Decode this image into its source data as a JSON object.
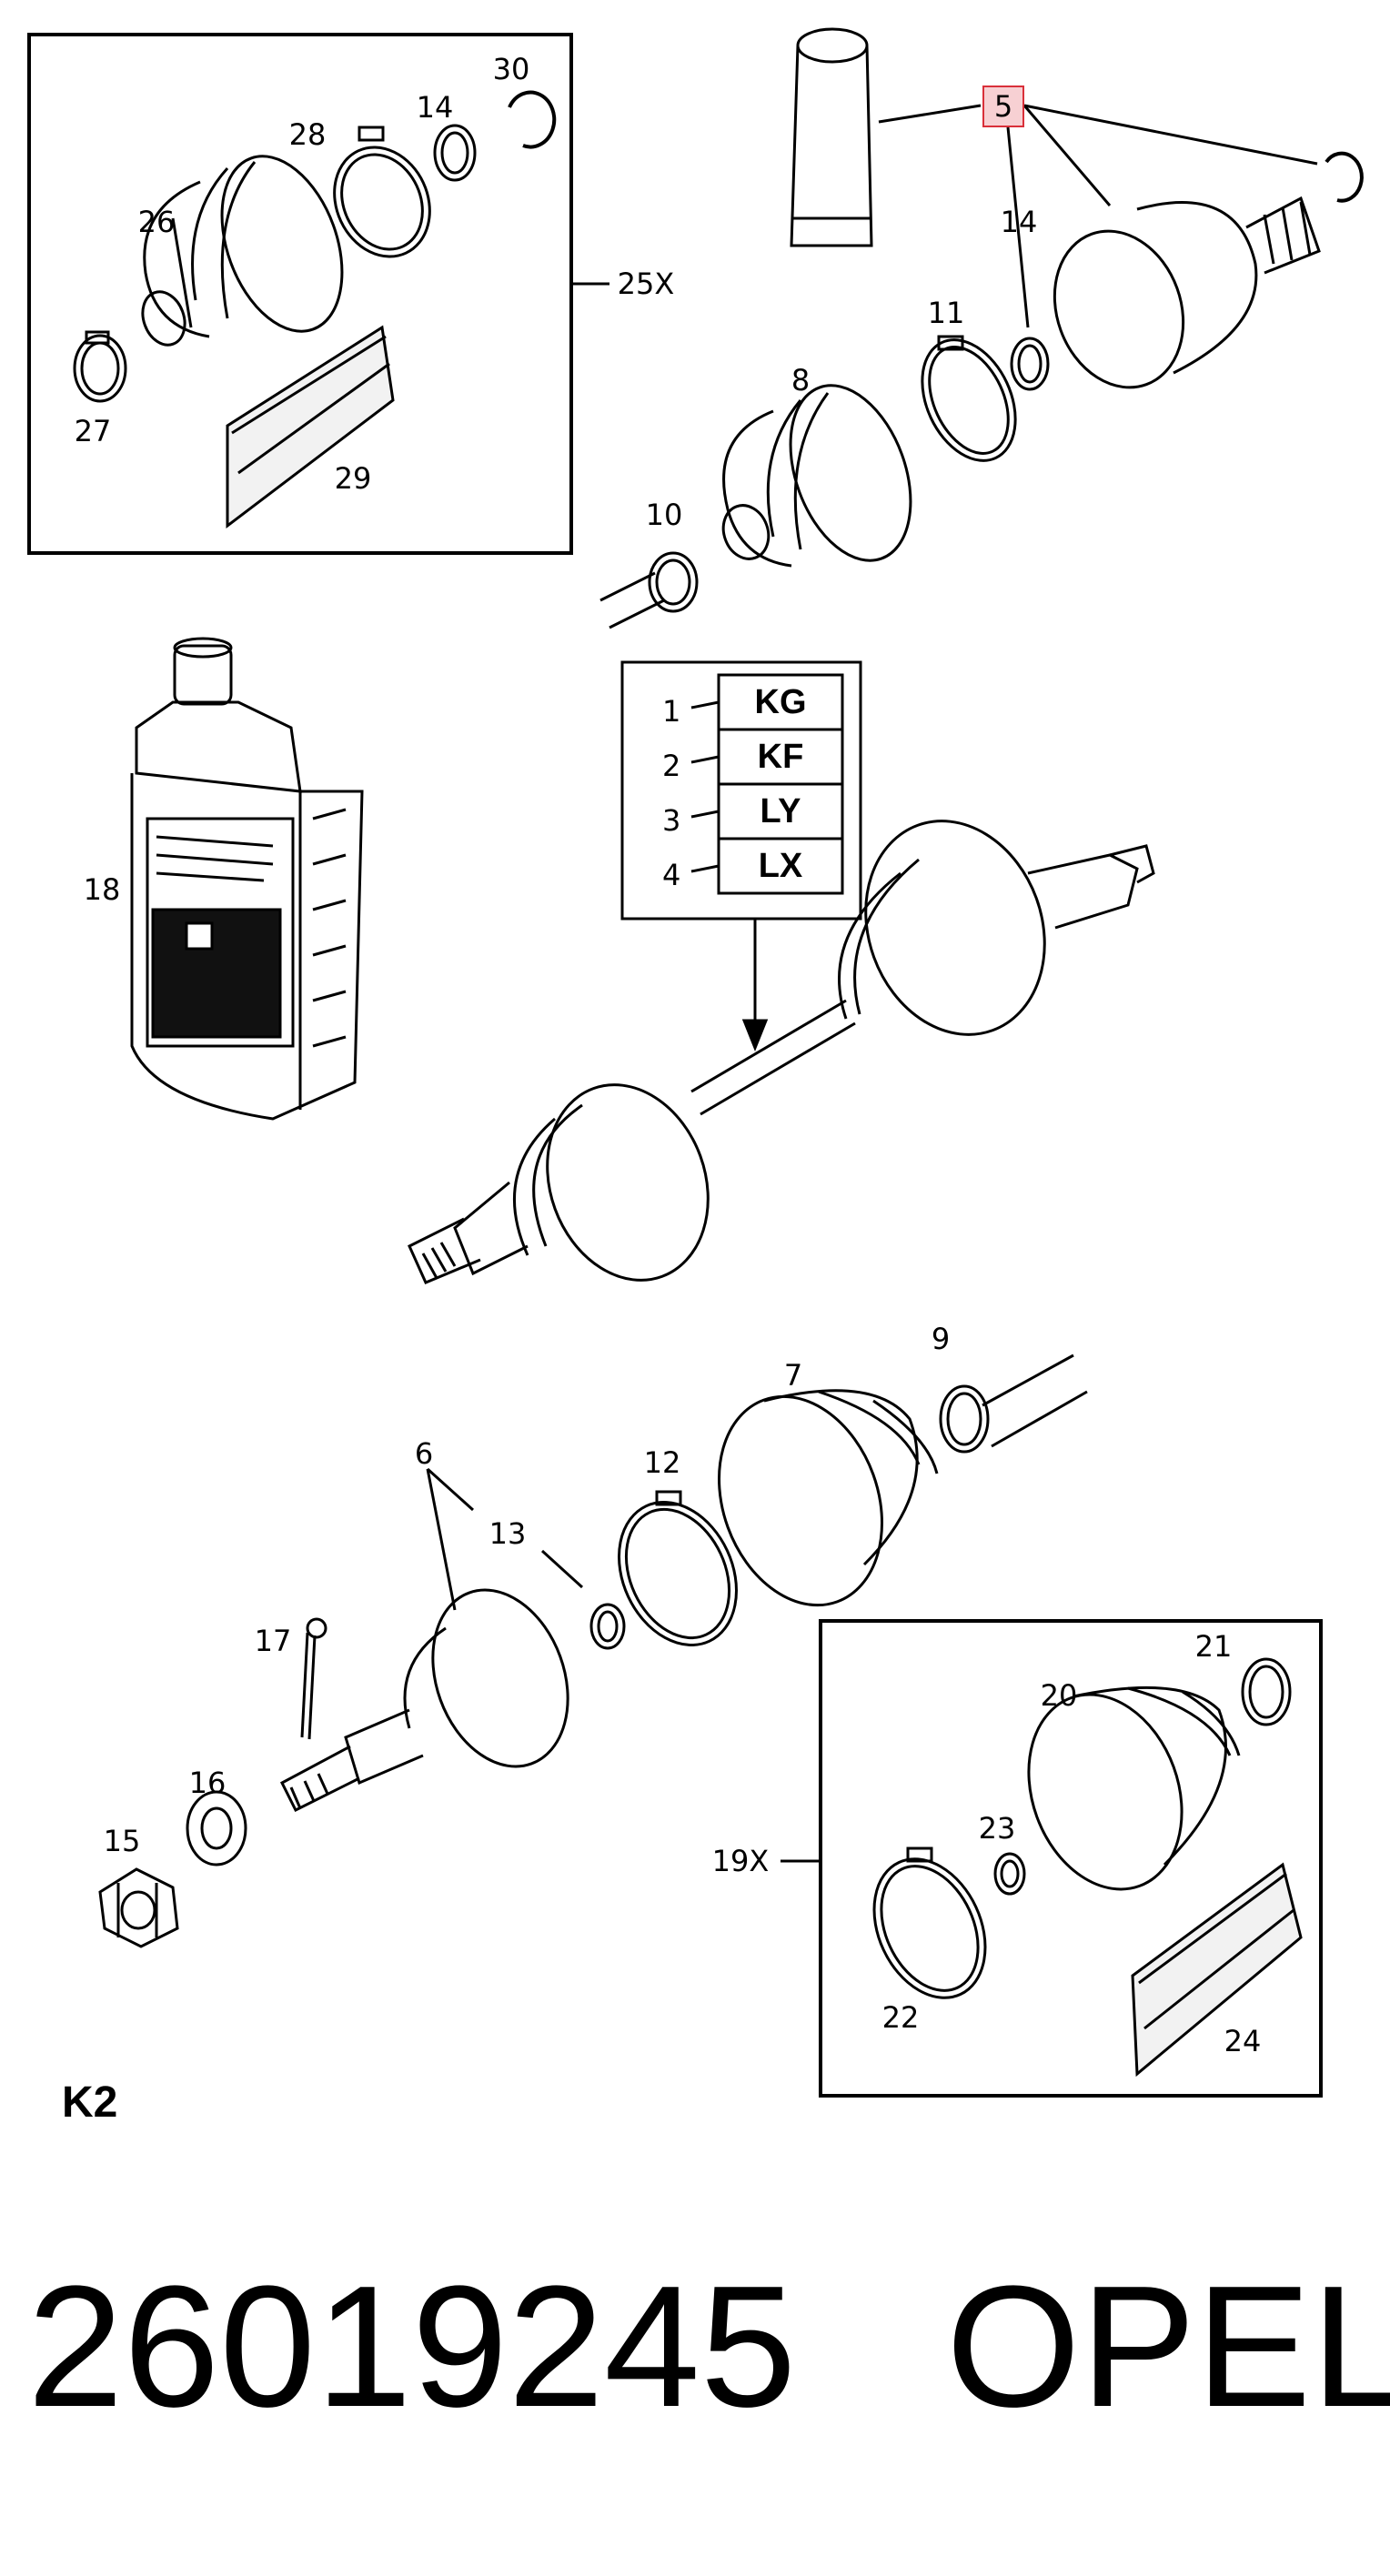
{
  "callouts": {
    "c30": "30",
    "c28": "28",
    "c14a": "14",
    "c26": "26",
    "c27": "27",
    "c29": "29",
    "c25x": "25X",
    "c5": "5",
    "c14b": "14",
    "c11": "11",
    "c8": "8",
    "c10": "10",
    "c18": "18",
    "c9": "9",
    "c7": "7",
    "c12": "12",
    "c6": "6",
    "c13": "13",
    "c17": "17",
    "c16": "16",
    "c15": "15",
    "c21": "21",
    "c20": "20",
    "c23": "23",
    "c19x": "19X",
    "c22": "22",
    "c24": "24"
  },
  "variants": [
    {
      "num": "1",
      "code": "KG"
    },
    {
      "num": "2",
      "code": "KF"
    },
    {
      "num": "3",
      "code": "LY"
    },
    {
      "num": "4",
      "code": "LX"
    }
  ],
  "page_label": "K2",
  "part_number": "26019245",
  "brand": "OPEL",
  "colors": {
    "highlight_fill": "#f7d0d3",
    "highlight_border": "#d9303a",
    "line": "#000000"
  }
}
